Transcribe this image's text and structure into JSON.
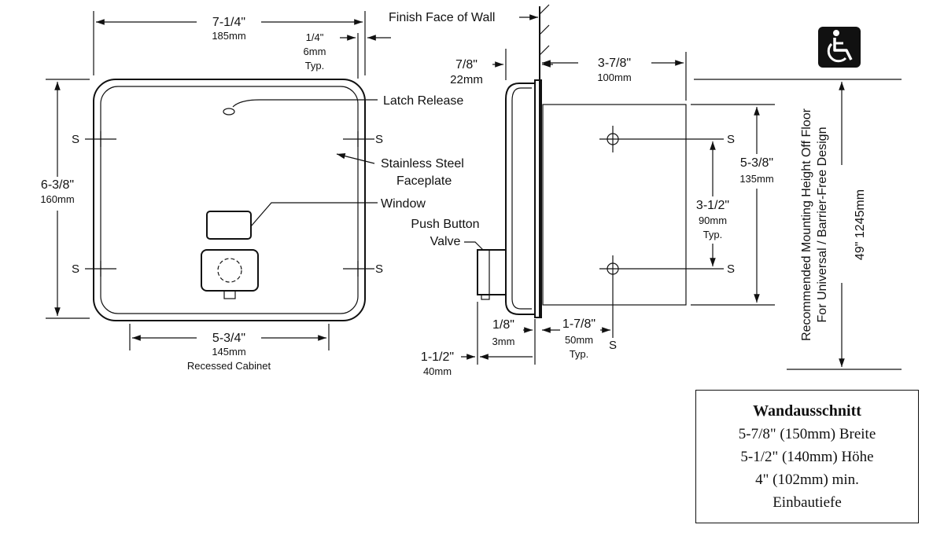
{
  "front_view": {
    "width_in": "7-1/4\"",
    "width_mm": "185mm",
    "flange_in": "1/4\"",
    "flange_mm": "6mm",
    "flange_typ": "Typ.",
    "height_in": "6-3/8\"",
    "height_mm": "160mm",
    "cabinet_in": "5-3/4\"",
    "cabinet_mm": "145mm",
    "cabinet_label": "Recessed Cabinet",
    "screw_label": "S",
    "latch_label": "Latch Release",
    "faceplate_label_1": "Stainless Steel",
    "faceplate_label_2": "Faceplate",
    "window_label": "Window"
  },
  "side_view": {
    "wall_label": "Finish Face of Wall",
    "depth_front_in": "7/8\"",
    "depth_front_mm": "22mm",
    "depth_in": "3-7/8\"",
    "depth_mm": "100mm",
    "pb_label_1": "Push Button",
    "pb_label_2": "Valve",
    "height_in": "5-3/8\"",
    "height_mm": "135mm",
    "screw_spacing_in": "3-1/2\"",
    "screw_spacing_mm": "90mm",
    "screw_spacing_typ": "Typ.",
    "flange_thk_in": "1/8\"",
    "flange_thk_mm": "3mm",
    "screw_offset_in": "1-7/8\"",
    "screw_offset_mm": "50mm",
    "screw_offset_typ": "Typ.",
    "button_in": "1-1/2\"",
    "button_mm": "40mm",
    "screw_label": "S"
  },
  "mounting": {
    "label_1": "Recommended Mounting Height Off Floor",
    "label_2": "For Universal / Barrier-Free Design",
    "height": "49\"  1245mm",
    "icon": "wheelchair-accessibility-icon"
  },
  "note": {
    "title": "Wandausschnitt",
    "line1": "5-7/8\" (150mm) Breite",
    "line2": "5-1/2\" (140mm) Höhe",
    "line3": "4\" (102mm) min.",
    "line4": "Einbautiefe"
  }
}
